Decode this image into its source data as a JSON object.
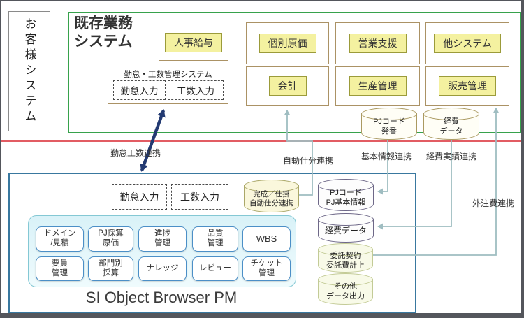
{
  "customer_panel": {
    "title": "お客様システム"
  },
  "existing": {
    "title": "既存業務\nシステム",
    "hr_payroll": "人事給与",
    "kintai_group": {
      "title": "勤怠・工数管理システム",
      "attendance_input": "勤怠入力",
      "manhour_input": "工数入力"
    },
    "modules": [
      "個別原価",
      "営業支援",
      "他システム",
      "会計",
      "生産管理",
      "販売管理"
    ],
    "db_pj_code_issue": "PJコード\n発番",
    "db_expense": "経費\nデータ"
  },
  "links": {
    "kintai_kosu": "勤怠工数連携",
    "auto_journal": "自動仕分連携",
    "basic_info": "基本情報連携",
    "expense_actual": "経費実績連携",
    "outsourcing_cost": "外注費連携"
  },
  "pm": {
    "title": "SI Object Browser PM",
    "attendance_input": "勤怠入力",
    "manhour_input": "工数入力",
    "modules_row1": [
      "ドメイン\n/見積",
      "PJ採算\n原価",
      "進捗\n管理",
      "品質\n管理",
      "WBS"
    ],
    "modules_row2": [
      "要員\n管理",
      "部門別\n採算",
      "ナレッジ",
      "レビュー",
      "チケット\n管理"
    ],
    "db_auto_journal": "完成／仕掛\n自動仕分連携",
    "db_pj_info": "PJコード\nPJ基本情報",
    "db_expense": "経費データ",
    "db_consignment": "委託契約\n委託費計上",
    "db_other_output": "その他\nデータ出力"
  },
  "colors": {
    "green_border": "#37a24c",
    "red_divider": "#e25c63",
    "blue_border": "#39789f",
    "tan_border": "#ab9265",
    "yellow_fill": "#f4f1a0",
    "cyan_fill": "#d9f2f8",
    "pill_border": "#4b8fc7",
    "connector": "#9fbdc1",
    "navy_arrow": "#233a72"
  }
}
